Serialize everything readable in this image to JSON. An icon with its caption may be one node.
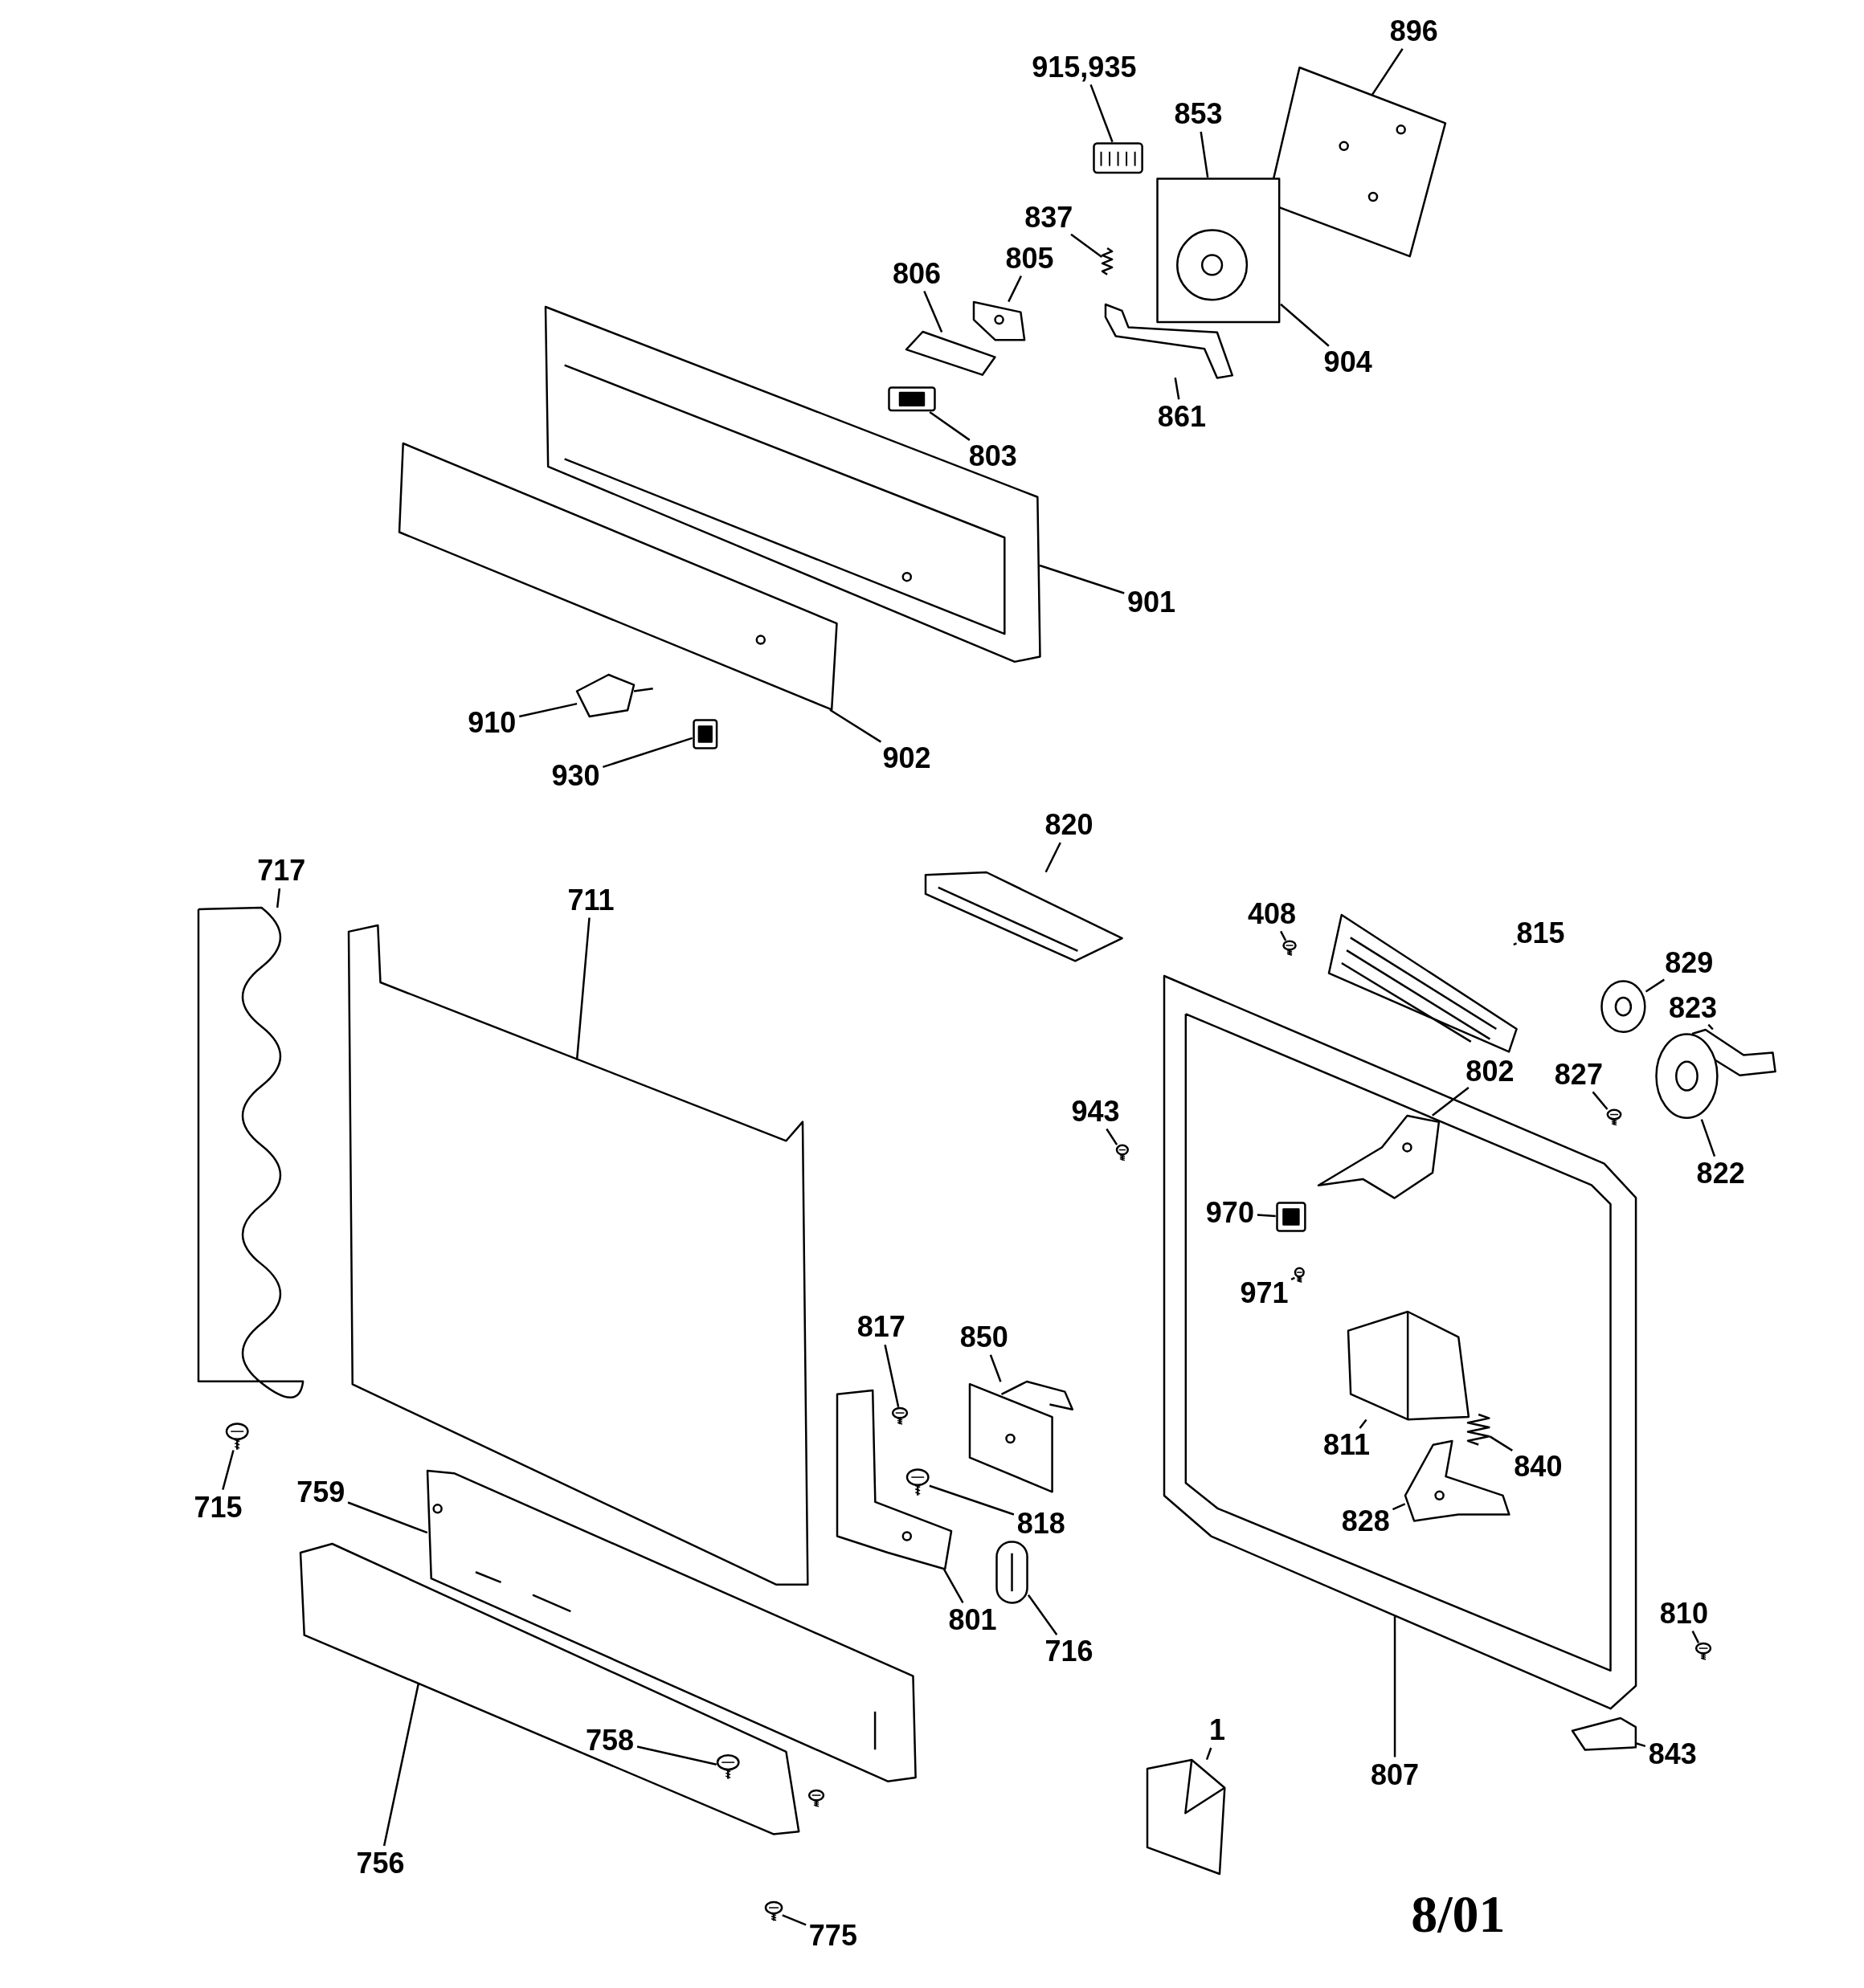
{
  "diagram": {
    "nodes": [
      {
        "text": [
          "896"
        ]
      },
      {
        "text": [],
        "shape": "picture"
      },
      {
        "text": [
          "915,935"
        ]
      },
      {
        "text": [],
        "shape": "picture"
      },
      {
        "text": [
          "853"
        ]
      },
      {
        "text": [],
        "shape": "picture"
      },
      {
        "text": [
          "837"
        ]
      },
      {
        "text": [],
        "shape": "picture"
      },
      {
        "text": [
          "806"
        ]
      },
      {
        "text": [],
        "shape": "picture"
      },
      {
        "text": [
          "805"
        ]
      },
      {
        "text": [],
        "shape": "picture"
      },
      {
        "text": [
          "904"
        ]
      },
      {
        "text": [
          "803"
        ]
      },
      {
        "text": [],
        "shape": "picture"
      },
      {
        "text": [
          "861"
        ]
      },
      {
        "text": [],
        "shape": "picture"
      },
      {
        "text": [
          "901"
        ]
      },
      {
        "text": [],
        "shape": "picture"
      },
      {
        "text": [
          "910"
        ]
      },
      {
        "text": [],
        "shape": "picture"
      },
      {
        "text": [
          "902"
        ]
      },
      {
        "text": [],
        "shape": "picture"
      },
      {
        "text": [
          "930"
        ]
      },
      {
        "text": [],
        "shape": "picture"
      },
      {
        "text": [
          "820"
        ]
      },
      {
        "text": [],
        "shape": "picture"
      },
      {
        "text": [
          "717"
        ]
      },
      {
        "text": [],
        "shape": "picture"
      },
      {
        "text": [
          "711"
        ]
      },
      {
        "text": [],
        "shape": "picture"
      },
      {
        "text": [
          "408"
        ]
      },
      {
        "text": [],
        "shape": "picture"
      },
      {
        "text": [
          "815"
        ]
      },
      {
        "text": [],
        "shape": "picture"
      },
      {
        "text": [
          "829"
        ]
      },
      {
        "text": [],
        "shape": "picture"
      },
      {
        "text": [
          "823"
        ]
      },
      {
        "text": [],
        "shape": "picture"
      },
      {
        "text": [
          "827"
        ]
      },
      {
        "text": [],
        "shape": "picture"
      },
      {
        "text": [
          "943"
        ]
      },
      {
        "text": [],
        "shape": "picture"
      },
      {
        "text": [
          "807"
        ]
      },
      {
        "text": [],
        "shape": "picture"
      },
      {
        "text": [
          "802"
        ],
        "in": 44
      },
      {
        "text": [],
        "shape": "picture",
        "in": 44
      },
      {
        "text": [
          "970"
        ],
        "in": 44
      },
      {
        "text": [],
        "shape": "picture",
        "in": 44
      },
      {
        "text": [
          "971"
        ],
        "in": 44
      },
      {
        "text": [],
        "shape": "picture",
        "in": 44
      },
      {
        "text": [
          "811"
        ],
        "in": 44
      },
      {
        "text": [],
        "shape": "picture",
        "in": 44
      },
      {
        "text": [
          "840"
        ],
        "in": 44
      },
      {
        "text": [],
        "shape": "picture",
        "in": 44
      },
      {
        "text": [
          "828"
        ],
        "in": 44
      },
      {
        "text": [],
        "shape": "picture",
        "in": 44
      },
      {
        "text": [
          "822"
        ]
      },
      {
        "text": [],
        "shape": "picture"
      },
      {
        "text": [
          "817"
        ]
      },
      {
        "text": [],
        "shape": "picture"
      },
      {
        "text": [
          "850"
        ]
      },
      {
        "text": [],
        "shape": "picture"
      },
      {
        "text": [
          "715"
        ]
      },
      {
        "text": [],
        "shape": "picture"
      },
      {
        "text": [
          "759"
        ]
      },
      {
        "text": [],
        "shape": "picture"
      },
      {
        "text": [
          "818"
        ]
      },
      {
        "text": [],
        "shape": "picture"
      },
      {
        "text": [
          "801"
        ]
      },
      {
        "text": [],
        "shape": "picture"
      },
      {
        "text": [
          "716"
        ]
      },
      {
        "text": [],
        "shape": "picture"
      },
      {
        "text": [
          "810"
        ]
      },
      {
        "text": [],
        "shape": "picture"
      },
      {
        "text": [
          "843"
        ]
      },
      {
        "text": [],
        "shape": "picture"
      },
      {
        "text": [
          "1"
        ]
      },
      {
        "text": [],
        "shape": "picture"
      },
      {
        "text": [
          "756"
        ]
      },
      {
        "text": [],
        "shape": "picture"
      },
      {
        "text": [
          "758"
        ],
        "in": 80
      },
      {
        "text": [],
        "shape": "picture",
        "in": 80
      },
      {
        "text": [
          "775"
        ]
      },
      {
        "text": [],
        "shape": "picture"
      }
    ],
    "edges": [
      {
        "from": 0,
        "to": 1,
        "arrow": "none"
      },
      {
        "from": 2,
        "to": 3,
        "arrow": "none"
      },
      {
        "from": 4,
        "to": 5,
        "arrow": "none"
      },
      {
        "from": 6,
        "to": 7,
        "arrow": "none"
      },
      {
        "from": 8,
        "to": 9,
        "arrow": "none"
      },
      {
        "from": 10,
        "to": 11,
        "arrow": "none"
      },
      {
        "from": 12,
        "to": 5,
        "arrow": "none"
      },
      {
        "from": 13,
        "to": 14,
        "arrow": "none"
      },
      {
        "from": 15,
        "to": 16,
        "arrow": "none"
      },
      {
        "from": 17,
        "to": 18,
        "arrow": "none"
      },
      {
        "from": 19,
        "to": 20,
        "arrow": "none"
      },
      {
        "from": 21,
        "to": 22,
        "arrow": "none"
      },
      {
        "from": 23,
        "to": 24,
        "arrow": "none"
      },
      {
        "from": 25,
        "to": 26,
        "arrow": "none"
      },
      {
        "from": 27,
        "to": 28,
        "arrow": "none"
      },
      {
        "from": 29,
        "to": 30,
        "arrow": "none"
      },
      {
        "from": 31,
        "to": 32,
        "arrow": "none"
      },
      {
        "from": 33,
        "to": 34,
        "arrow": "none"
      },
      {
        "from": 35,
        "to": 36,
        "arrow": "none"
      },
      {
        "from": 37,
        "to": 38,
        "arrow": "none"
      },
      {
        "from": 39,
        "to": 40,
        "arrow": "none"
      },
      {
        "from": 41,
        "to": 42,
        "arrow": "none"
      },
      {
        "from": 43,
        "to": 44,
        "arrow": "none"
      },
      {
        "from": 45,
        "to": 46,
        "arrow": "none"
      },
      {
        "from": 47,
        "to": 48,
        "arrow": "none"
      },
      {
        "from": 49,
        "to": 50,
        "arrow": "none"
      },
      {
        "from": 51,
        "to": 52,
        "arrow": "none"
      },
      {
        "from": 53,
        "to": 54,
        "arrow": "none"
      },
      {
        "from": 55,
        "to": 56,
        "arrow": "none"
      },
      {
        "from": 57,
        "to": 58,
        "arrow": "none"
      },
      {
        "from": 59,
        "to": 60,
        "arrow": "none"
      },
      {
        "from": 61,
        "to": 62,
        "arrow": "none"
      },
      {
        "from": 63,
        "to": 64,
        "arrow": "none"
      },
      {
        "from": 65,
        "to": 66,
        "arrow": "none"
      },
      {
        "from": 67,
        "to": 68,
        "arrow": "none"
      },
      {
        "from": 69,
        "to": 70,
        "arrow": "none"
      },
      {
        "from": 71,
        "to": 72,
        "arrow": "none"
      },
      {
        "from": 73,
        "to": 74,
        "arrow": "none"
      },
      {
        "from": 75,
        "to": 76,
        "arrow": "none"
      },
      {
        "from": 77,
        "to": 78,
        "arrow": "none"
      },
      {
        "from": 79,
        "to": 80,
        "arrow": "none"
      },
      {
        "from": 81,
        "to": 82,
        "arrow": "none"
      },
      {
        "from": 83,
        "to": 84,
        "arrow": "none"
      }
    ],
    "labels": [
      "8/01"
    ]
  }
}
